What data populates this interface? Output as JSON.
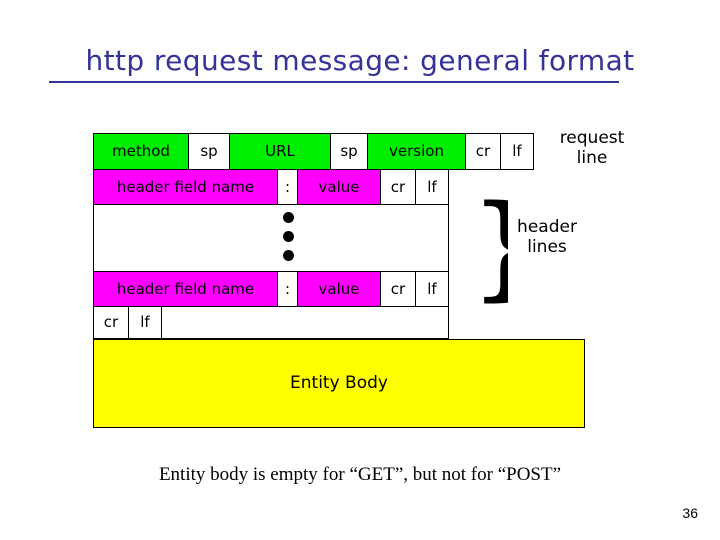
{
  "slide": {
    "title": "http request message: general format",
    "title_color": "#333399",
    "caption": "Entity body is empty for “GET”, but not for “POST”",
    "page_number": "36"
  },
  "palette": {
    "green": "#00ee00",
    "magenta": "#ff00ff",
    "yellow": "#ffff00",
    "white": "#ffffff",
    "border": "#000000"
  },
  "diagram": {
    "rows": [
      {
        "name": "request-line",
        "annotation": "request\nline",
        "cells": [
          {
            "label": "method",
            "color": "green"
          },
          {
            "label": "sp",
            "color": "white"
          },
          {
            "label": "URL",
            "color": "green"
          },
          {
            "label": "sp",
            "color": "white"
          },
          {
            "label": "version",
            "color": "green"
          },
          {
            "label": "cr",
            "color": "white"
          },
          {
            "label": "lf",
            "color": "white"
          }
        ]
      },
      {
        "name": "header-line-first",
        "cells": [
          {
            "label": "header field name",
            "color": "magenta"
          },
          {
            "label": ":",
            "color": "white"
          },
          {
            "label": "value",
            "color": "magenta"
          },
          {
            "label": "cr",
            "color": "white"
          },
          {
            "label": "lf",
            "color": "white"
          }
        ]
      },
      {
        "name": "ellipsis-row",
        "cells": [
          {
            "label": "",
            "color": "white"
          }
        ],
        "ellipsis_dots": 3
      },
      {
        "name": "header-line-last",
        "annotation": "header\nlines",
        "cells": [
          {
            "label": "header field name",
            "color": "magenta"
          },
          {
            "label": ":",
            "color": "white"
          },
          {
            "label": "value",
            "color": "magenta"
          },
          {
            "label": "cr",
            "color": "white"
          },
          {
            "label": "lf",
            "color": "white"
          }
        ]
      },
      {
        "name": "blank-line",
        "cells": [
          {
            "label": "cr",
            "color": "white"
          },
          {
            "label": "lf",
            "color": "white"
          },
          {
            "label": "",
            "color": "white"
          }
        ]
      },
      {
        "name": "entity-body",
        "cells": [
          {
            "label": "Entity Body",
            "color": "yellow"
          }
        ]
      }
    ],
    "annotations": {
      "request_line": "request\nline",
      "header_lines": "header\nlines",
      "brace_glyph": "}"
    }
  }
}
